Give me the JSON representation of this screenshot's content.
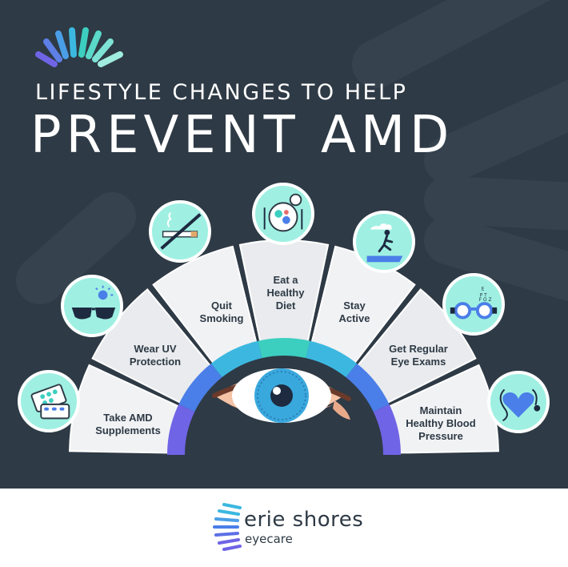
{
  "title": {
    "line1": "LIFESTYLE CHANGES TO HELP",
    "line2": "PREVENT AMD"
  },
  "steps": [
    {
      "label_lines": [
        "Take AMD",
        "Supplements"
      ],
      "icon": "pills-icon"
    },
    {
      "label_lines": [
        "Wear UV",
        "Protection"
      ],
      "icon": "sunglasses-icon"
    },
    {
      "label_lines": [
        "Quit",
        "Smoking"
      ],
      "icon": "no-smoking-icon"
    },
    {
      "label_lines": [
        "Eat a",
        "Healthy",
        "Diet"
      ],
      "icon": "healthy-plate-icon"
    },
    {
      "label_lines": [
        "Stay",
        "Active"
      ],
      "icon": "running-person-icon"
    },
    {
      "label_lines": [
        "Get Regular",
        "Eye Exams"
      ],
      "icon": "eye-exam-icon"
    },
    {
      "label_lines": [
        "Maintain",
        "Healthy Blood",
        "Pressure"
      ],
      "icon": "heart-stethoscope-icon"
    }
  ],
  "brand": {
    "name": "erie shores",
    "sub": "eyecare"
  },
  "colors": {
    "background": "#2e3a45",
    "card": "#f1f2f4",
    "accent_mint": "#9ff0e2",
    "accent_teal": "#3ccfc0",
    "accent_blue": "#4a7ee8",
    "accent_purple": "#6f64e6"
  }
}
